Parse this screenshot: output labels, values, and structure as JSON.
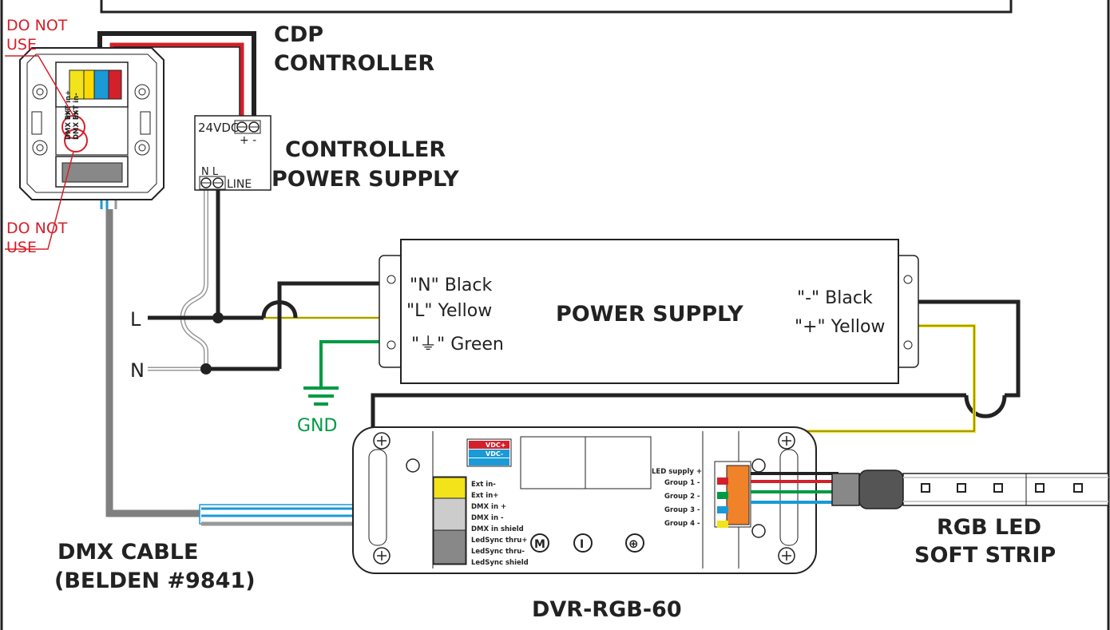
{
  "labels": {
    "cdp_controller": [
      "CDP",
      "CONTROLLER"
    ],
    "controller_power_supply": [
      "CONTROLLER",
      "POWER SUPPLY"
    ],
    "do_not_use_top": [
      "DO NOT",
      "USE"
    ],
    "do_not_use_bottom": [
      "DO NOT",
      "USE"
    ],
    "psu_24vdc": "24VDC",
    "plus_minus": "+ -",
    "n_l": "N  L",
    "line": "LINE",
    "mains_l": "L",
    "mains_n": "N",
    "gnd": "GND",
    "power_supply": "POWER SUPPLY",
    "n_black": "\"N\" Black",
    "l_yellow": "\"L\" Yellow",
    "earth_green": "\"⏚\" Green",
    "minus_black": "\"-\" Black",
    "plus_yellow": "\"+\" Yellow",
    "dmx_cable": [
      "DMX CABLE",
      "(BELDEN #9841)"
    ],
    "dvr_rgb_60": "DVR-RGB-60",
    "rgb_led": [
      "RGB LED",
      "SOFT STRIP"
    ],
    "vdc_plus": "VDC+",
    "vdc_minus": "VDC-",
    "left_terminals": [
      "Ext in-",
      "Ext in+",
      "DMX in +",
      "DMX in -",
      "DMX in shield",
      "LedSync thru+",
      "LedSync thru-",
      "LedSync shield"
    ],
    "right_terminals": [
      "LED supply +",
      "Group 1 -",
      "Group 2 -",
      "Group 3 -",
      "Group 4 -"
    ],
    "bottom_buttons": [
      "M",
      "I",
      "⊕"
    ],
    "controller_pins_left": [
      "DMX in+",
      "DMX in-"
    ],
    "controller_pins_right": [
      "EXT in+",
      "EXT in-"
    ]
  },
  "colors": {
    "wire_black": "#222222",
    "wire_red": "#d4202a",
    "wire_yellow": "#f2e31b",
    "wire_green": "#009a44",
    "wire_blue": "#1a9ad6",
    "cable_gray": "#808080",
    "label_red": "#d4202a"
  }
}
